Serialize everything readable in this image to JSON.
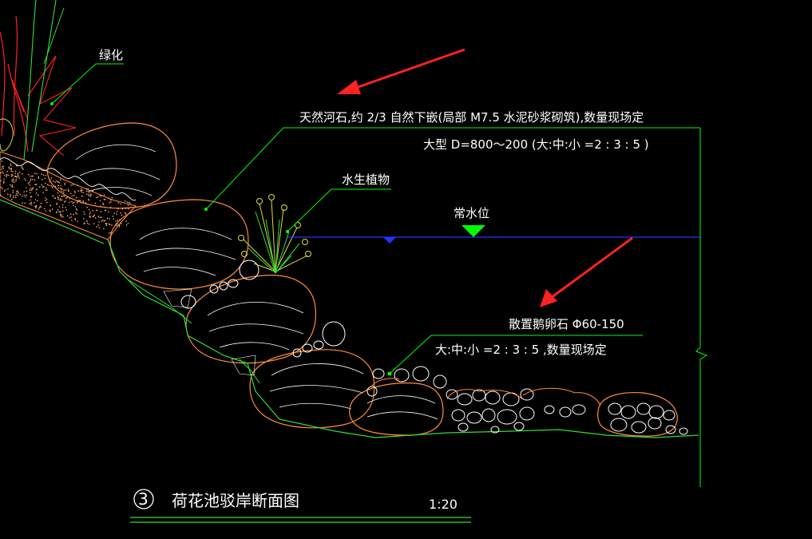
{
  "labels": {
    "greening": "绿化",
    "river_stone_line1": "天然河石,约     2/3  自然下嵌(局部     M7.5 水泥砂浆砌筑),数量现场定",
    "river_stone_line2": "大型 D=800～200  (大:中:小      =2 : 3 : 5 )",
    "aquatic_plants": "水生植物",
    "normal_water_level": "常水位",
    "pebble_line1": "散置鹅卵石    Φ60-150",
    "pebble_line2": "大:中:小      =2 : 3 : 5 ,数量现场定"
  },
  "title_block": {
    "number": "3",
    "title": "荷花池驳岸断面图",
    "scale": "1:20"
  },
  "colors": {
    "background": "#000000",
    "leader_line": "#00ff00",
    "rock_outline": "#ff8c3a",
    "rock_inner": "#ffffff",
    "water_line": "#2233ff",
    "water_marker": "#00ff00",
    "red_arrow": "#ff2222",
    "plant_red": "#ff2222",
    "plant_green": "#33dd33",
    "aquatic_yellow": "#dddd33",
    "gravel": "#ffb070"
  }
}
